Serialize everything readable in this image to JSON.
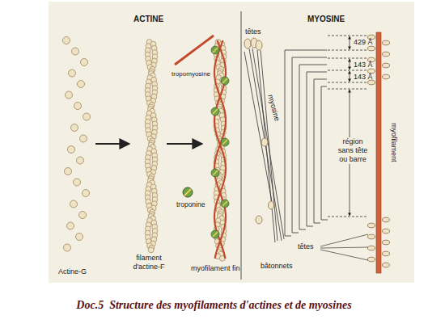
{
  "diagram": {
    "caption": "Doc.5  Structure des myofilaments d'actines et de myosines",
    "labels": [
      "ACTINE",
      "MYOSINE",
      "têtes",
      "myosine",
      "429 Å",
      "143 Å",
      "143 Å",
      "tropomyosine",
      "région sans tête ou barre",
      "myofilament",
      "troponine",
      "bâtonnets",
      "têtes",
      "Actine-G",
      "filament d'actine-F",
      "myofilament fin"
    ]
  }
}
